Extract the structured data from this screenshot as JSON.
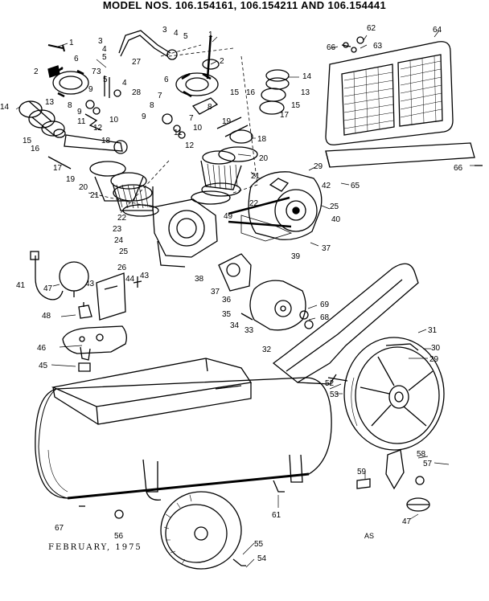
{
  "title": "MODEL NOS. 106.154161, 106.154211 AND 106.154441",
  "footer": {
    "date": "FEBRUARY, 1975",
    "code": "AS"
  },
  "callouts": [
    {
      "id": "c1",
      "text": "1"
    },
    {
      "id": "c2",
      "text": "2"
    },
    {
      "id": "c3",
      "text": "3"
    },
    {
      "id": "c4",
      "text": "4"
    },
    {
      "id": "c5",
      "text": "5"
    },
    {
      "id": "c6",
      "text": "6"
    },
    {
      "id": "c7",
      "text": "7"
    },
    {
      "id": "c8",
      "text": "8"
    },
    {
      "id": "c9",
      "text": "9"
    },
    {
      "id": "c10",
      "text": "10"
    },
    {
      "id": "c11",
      "text": "11"
    },
    {
      "id": "c12",
      "text": "12"
    },
    {
      "id": "c13",
      "text": "13"
    },
    {
      "id": "c14",
      "text": "14"
    },
    {
      "id": "c15",
      "text": "15"
    },
    {
      "id": "c16",
      "text": "16"
    },
    {
      "id": "c17",
      "text": "17"
    },
    {
      "id": "c18",
      "text": "18"
    },
    {
      "id": "c19",
      "text": "19"
    },
    {
      "id": "c20",
      "text": "20"
    },
    {
      "id": "c21",
      "text": "21"
    },
    {
      "id": "c22",
      "text": "22"
    },
    {
      "id": "c23",
      "text": "23"
    },
    {
      "id": "c24",
      "text": "24"
    },
    {
      "id": "c25",
      "text": "25"
    },
    {
      "id": "c26",
      "text": "26"
    },
    {
      "id": "c27",
      "text": "27"
    },
    {
      "id": "c28",
      "text": "28"
    },
    {
      "id": "c29",
      "text": "29"
    },
    {
      "id": "c30",
      "text": "30"
    },
    {
      "id": "c31",
      "text": "31"
    },
    {
      "id": "c32",
      "text": "32"
    },
    {
      "id": "c33",
      "text": "33"
    },
    {
      "id": "c34",
      "text": "34"
    },
    {
      "id": "c35",
      "text": "35"
    },
    {
      "id": "c36",
      "text": "36"
    },
    {
      "id": "c37",
      "text": "37"
    },
    {
      "id": "c38",
      "text": "38"
    },
    {
      "id": "c39",
      "text": "39"
    },
    {
      "id": "c40",
      "text": "40"
    },
    {
      "id": "c41",
      "text": "41"
    },
    {
      "id": "c42",
      "text": "42"
    },
    {
      "id": "c43",
      "text": "43"
    },
    {
      "id": "c44",
      "text": "44"
    },
    {
      "id": "c45",
      "text": "45"
    },
    {
      "id": "c46",
      "text": "46"
    },
    {
      "id": "c47",
      "text": "47"
    },
    {
      "id": "c48",
      "text": "48"
    },
    {
      "id": "c49",
      "text": "49"
    },
    {
      "id": "c52",
      "text": "52"
    },
    {
      "id": "c53",
      "text": "53"
    },
    {
      "id": "c54",
      "text": "54"
    },
    {
      "id": "c55",
      "text": "55"
    },
    {
      "id": "c56",
      "text": "56"
    },
    {
      "id": "c57",
      "text": "57"
    },
    {
      "id": "c58",
      "text": "58"
    },
    {
      "id": "c59",
      "text": "59"
    },
    {
      "id": "c61",
      "text": "61"
    },
    {
      "id": "c62",
      "text": "62"
    },
    {
      "id": "c63",
      "text": "63"
    },
    {
      "id": "c64",
      "text": "64"
    },
    {
      "id": "c65",
      "text": "65"
    },
    {
      "id": "c66",
      "text": "66"
    },
    {
      "id": "c67",
      "text": "67"
    },
    {
      "id": "c68",
      "text": "68"
    },
    {
      "id": "c69",
      "text": "69"
    }
  ]
}
